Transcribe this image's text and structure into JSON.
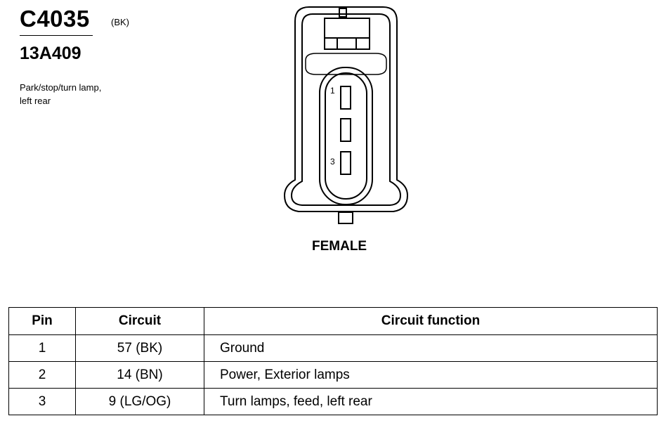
{
  "connector": {
    "id": "C4035",
    "color": "(BK)",
    "part_number": "13A409",
    "description_line1": "Park/stop/turn lamp,",
    "description_line2": "left rear",
    "gender": "FEMALE"
  },
  "diagram": {
    "pin_labels": [
      "1",
      "3"
    ]
  },
  "table": {
    "headers": [
      "Pin",
      "Circuit",
      "Circuit function"
    ],
    "rows": [
      {
        "pin": "1",
        "circuit": "57 (BK)",
        "function": "Ground"
      },
      {
        "pin": "2",
        "circuit": "14 (BN)",
        "function": "Power, Exterior lamps"
      },
      {
        "pin": "3",
        "circuit": "9 (LG/OG)",
        "function": "Turn lamps, feed, left rear"
      }
    ]
  }
}
